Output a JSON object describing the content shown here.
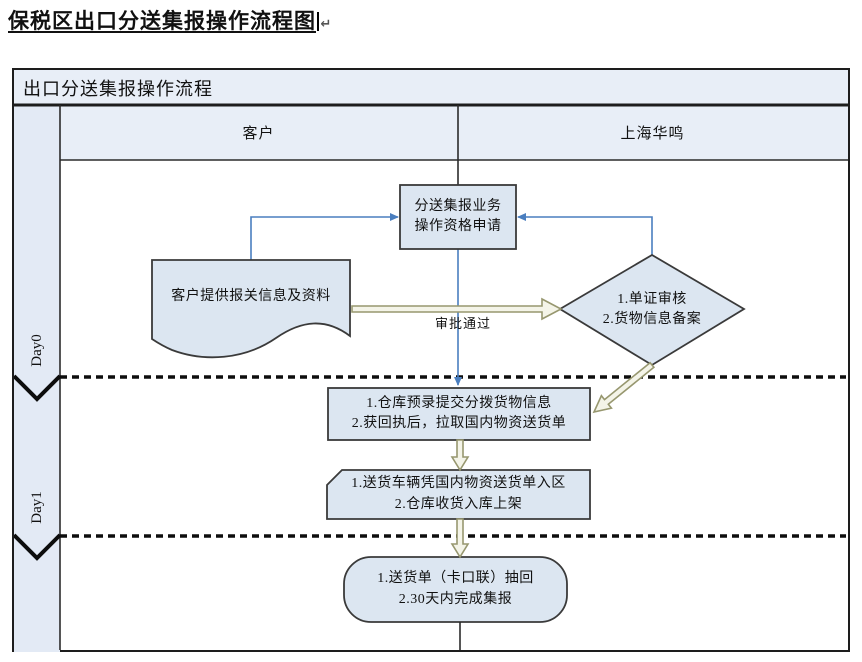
{
  "document": {
    "title": "保税区出口分送集报操作流程图",
    "paragraph_mark": "↵"
  },
  "flowchart": {
    "header": "出口分送集报操作流程",
    "lanes": [
      {
        "label": "客户"
      },
      {
        "label": "上海华鸣"
      }
    ],
    "phases": [
      {
        "label": "Day0"
      },
      {
        "label": "Day1"
      }
    ],
    "nodes": {
      "qualification_apply": {
        "line1": "分送集报业务",
        "line2": "操作资格申请"
      },
      "customer_provide": {
        "line1": "客户提供报关信息及资料"
      },
      "document_review": {
        "line1": "1.单证审核",
        "line2": "2.货物信息备案"
      },
      "warehouse_preentry": {
        "line1": "1.仓库预录提交分拨货物信息",
        "line2": "2.获回执后，拉取国内物资送货单"
      },
      "delivery_inbound": {
        "line1": "1.送货车辆凭国内物资送货单入区",
        "line2": "2.仓库收货入库上架"
      },
      "final_report": {
        "line1": "1.送货单（卡口联）抽回",
        "line2": "2.30天内完成集报"
      }
    },
    "edge_labels": {
      "approved": "审批通过"
    },
    "colors": {
      "shape_fill": "#dce6f1",
      "band_fill": "#e8eef7",
      "shape_stroke": "#3a3a3a",
      "connector_blue": "#4a7ebf",
      "block_arrow_stroke": "#97976f",
      "block_arrow_fill": "#f4f4e8",
      "grid_line": "#1d1d1d"
    }
  }
}
